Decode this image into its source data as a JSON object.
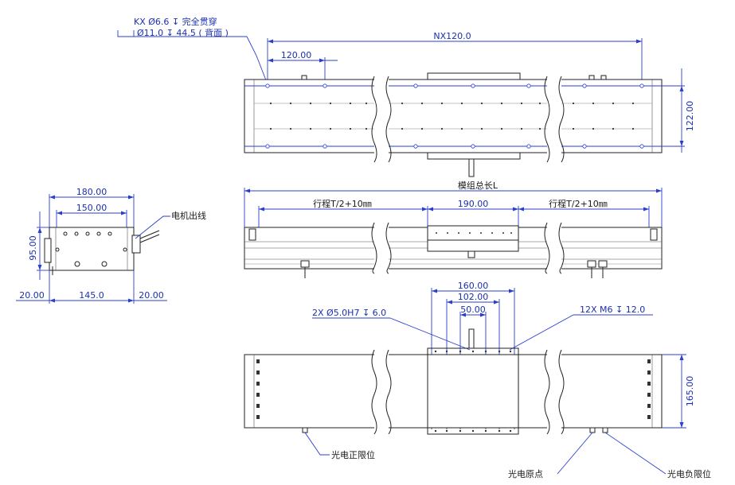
{
  "top_view": {
    "hole_note_line1": "KX Ø6.6 ↧ 完全贯穿",
    "hole_note_line2": "Ø11.0 ↧ 44.5 ( 背面 )",
    "dim_nx": "NX120.0",
    "dim_120": "120.00",
    "dim_height": "122.00"
  },
  "side_view": {
    "dim_total": "模组总长L",
    "dim_stroke_left": "行程T/2+10㎜",
    "dim_carriage": "190.00",
    "dim_stroke_right": "行程T/2+10㎜"
  },
  "end_view": {
    "dim_180": "180.00",
    "dim_150": "150.00",
    "dim_95": "95.00",
    "dim_20_left": "20.00",
    "dim_145": "145.0",
    "dim_20_right": "20.00",
    "motor_cable": "电机出线"
  },
  "bottom_view": {
    "dim_160": "160.00",
    "dim_102": "102.00",
    "dim_50": "50.00",
    "pin_note": "2X Ø5.0H7 ↧ 6.0",
    "thread_note": "12X M6 ↧ 12.0",
    "dim_165": "165.00",
    "limit_positive": "光电正限位",
    "origin": "光电原点",
    "limit_negative": "光电负限位"
  },
  "colors": {
    "dimension": "#1a2fb0",
    "outline": "#222222"
  }
}
